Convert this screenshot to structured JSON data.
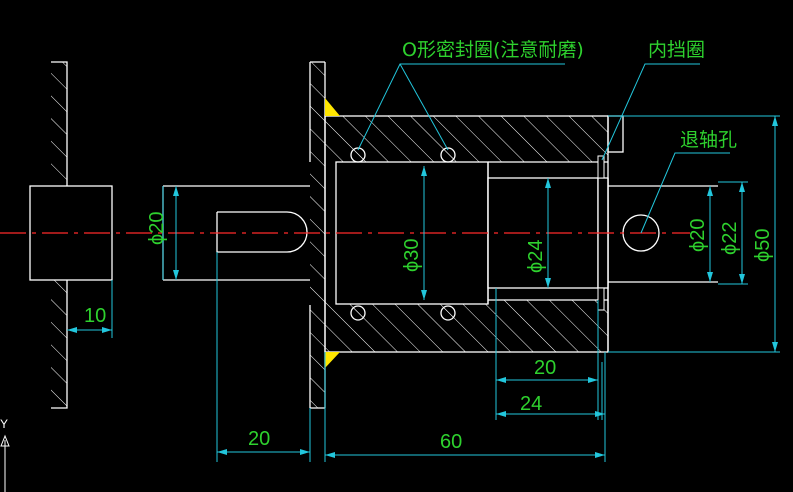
{
  "drawing": {
    "colors": {
      "background": "#000000",
      "outline": "#ffffff",
      "dimension": "#2ed12e",
      "center_line": "#ff2a2a",
      "leader": "#22c6dc",
      "weld": "#ffe600"
    },
    "dimensions": {
      "d20_pin": "ϕ20",
      "d30": "ϕ30",
      "d24": "ϕ24",
      "d20_right": "ϕ20",
      "d22": "ϕ22",
      "d50": "ϕ50",
      "len_10": "10",
      "len_20_left": "20",
      "len_60": "60",
      "len_20_right": "20",
      "len_24": "24"
    },
    "annotations": {
      "o_ring": "O形密封圈(注意耐磨)",
      "inner_retainer": "内挡圈",
      "ejector_hole": "退轴孔"
    },
    "ucs_axis": "Y"
  }
}
